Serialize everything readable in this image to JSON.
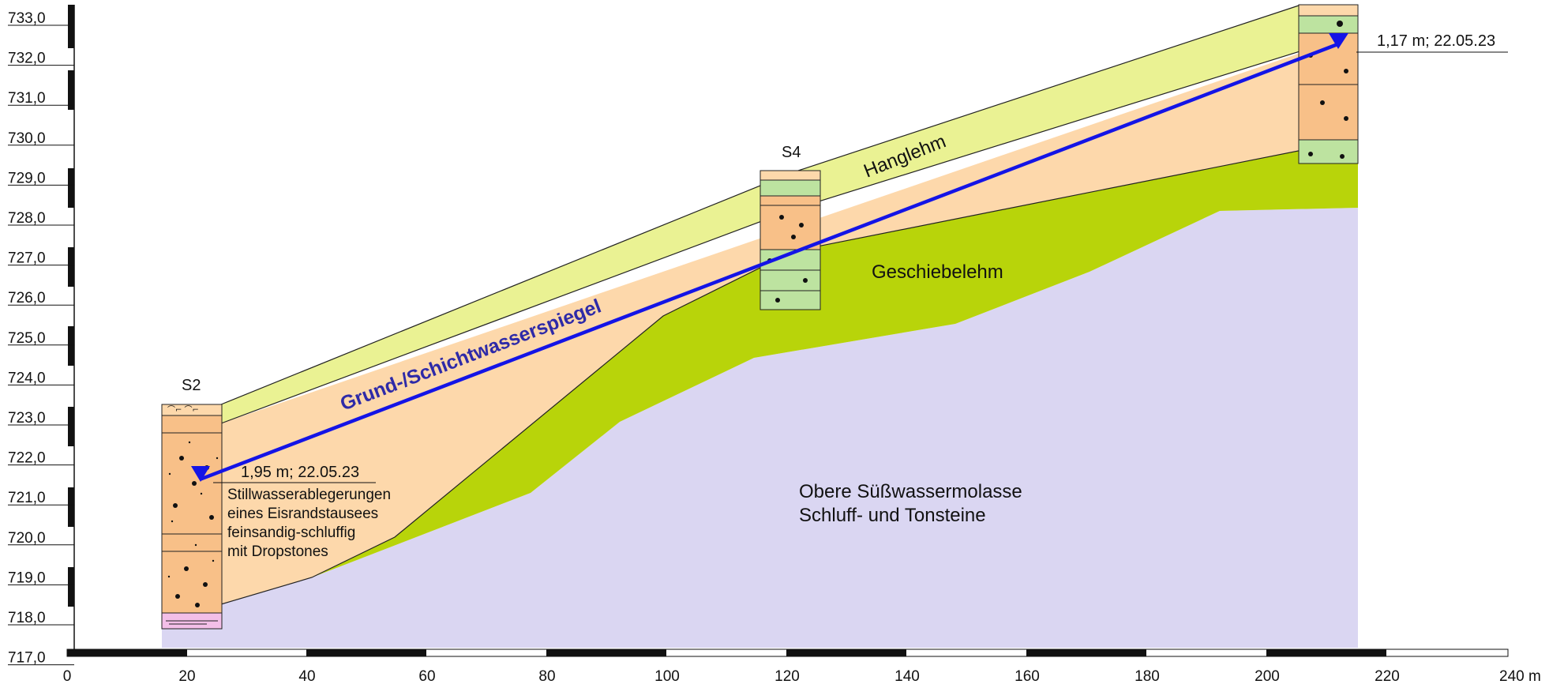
{
  "y_axis_labels": [
    "733,0",
    "732,0",
    "731,0",
    "730,0",
    "729,0",
    "728,0",
    "727,0",
    "726,0",
    "725,0",
    "724,0",
    "723,0",
    "722,0",
    "721,0",
    "720,0",
    "719,0",
    "718,0",
    "717,0"
  ],
  "x_axis_labels": [
    "0",
    "20",
    "40",
    "60",
    "80",
    "100",
    "120",
    "140",
    "160",
    "180",
    "200",
    "220",
    "240 m"
  ],
  "boreholes": {
    "s2": {
      "name": "S2"
    },
    "s4": {
      "name": "S4"
    }
  },
  "layers": {
    "hanglehm": "Hanglehm",
    "geschiebelehm": "Geschiebelehm",
    "molasse_line1": "Obere Süßwassermolasse",
    "molasse_line2": "Schluff- und Tonsteine"
  },
  "groundwater": {
    "label": "Grund-/Schichtwasserspiegel",
    "s2_reading": "1,95 m; 22.05.23",
    "right_reading": "1,17 m; 22.05.23",
    "line_color": "#1414e6"
  },
  "s2_annotation": [
    "Stillwasserablegerungen",
    "eines Eisrandstausees",
    "feinsandig-schluffig",
    "mit Dropstones"
  ],
  "colors": {
    "hanglehm": "#eaf293",
    "sand_layer": "#fdd8ab",
    "geschiebelehm": "#b8d40a",
    "molasse": "#dad6f2",
    "core_orange": "#f8c088",
    "core_green": "#bde3a0",
    "core_pink": "#f3bfe8"
  }
}
